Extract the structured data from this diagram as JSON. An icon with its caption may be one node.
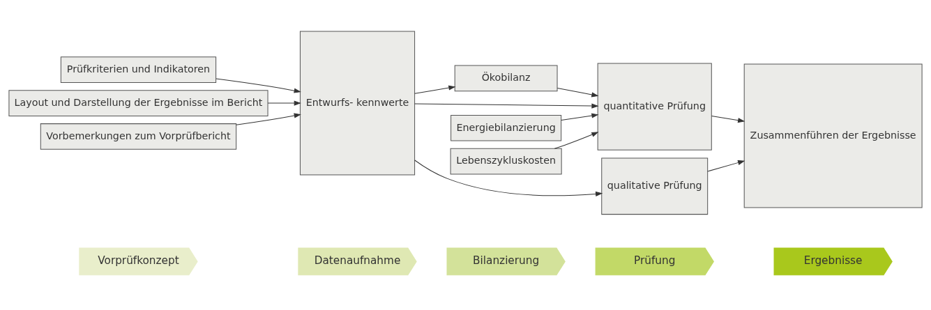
{
  "diagram": {
    "nodes": [
      {
        "text": [
          "Vorprüfkonzept"
        ]
      },
      {
        "text": [
          "Datenaufnahme"
        ]
      },
      {
        "text": [
          "Bilanzierung"
        ]
      },
      {
        "text": [
          "Prüfung"
        ]
      },
      {
        "text": [
          "Ergebnisse"
        ]
      },
      {
        "text": [
          "Prüfkriterien und Indikatoren"
        ]
      },
      {
        "text": [
          "Layout und Darstellung der Ergebnisse im Bericht"
        ]
      },
      {
        "text": [
          "Vorbemerkungen zum Vorprüfbericht"
        ]
      },
      {
        "text": [
          "Entwurfs- kennwerte"
        ]
      },
      {
        "text": [
          "Energiebilanzierung"
        ]
      },
      {
        "text": [
          "Ökobilanz"
        ]
      },
      {
        "text": [
          "Lebenszykluskosten"
        ]
      },
      {
        "text": [
          "quantitative Prüfung"
        ]
      },
      {
        "text": [
          "qualitative Prüfung"
        ]
      },
      {
        "text": [
          "Zusammenführen der Ergebnisse"
        ]
      }
    ],
    "edges": [
      {
        "from": 5,
        "to": 8,
        "arrow": "to"
      },
      {
        "from": 6,
        "to": 8,
        "arrow": "to"
      },
      {
        "from": 7,
        "to": 8,
        "arrow": "to"
      },
      {
        "from": 8,
        "to": 10,
        "arrow": "to"
      },
      {
        "from": 9,
        "to": 12,
        "arrow": "to"
      },
      {
        "from": 10,
        "to": 12,
        "arrow": "to"
      },
      {
        "from": 11,
        "to": 12,
        "arrow": "to"
      },
      {
        "from": 8,
        "to": 12,
        "arrow": "to"
      },
      {
        "from": 8,
        "to": 13,
        "arrow": "to"
      },
      {
        "from": 12,
        "to": 14,
        "arrow": "to"
      },
      {
        "from": 13,
        "to": 14,
        "arrow": "to"
      }
    ]
  }
}
